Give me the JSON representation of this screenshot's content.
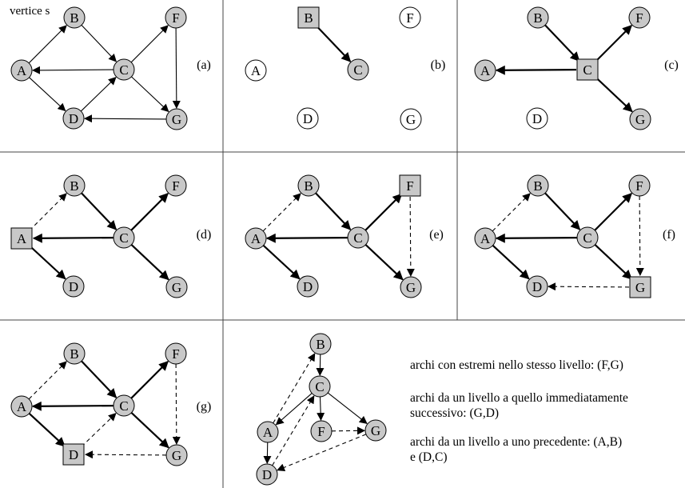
{
  "caption": "vertice s",
  "panel_labels": [
    "(a)",
    "(b)",
    "(c)",
    "(d)",
    "(e)",
    "(f)",
    "(g)"
  ],
  "node_labels": [
    "A",
    "B",
    "C",
    "D",
    "F",
    "G"
  ],
  "legend": [
    [
      "archi con estremi nello stesso livello: (F,G)"
    ],
    [
      "archi da un livello a quello immediatamente",
      "successivo: (G,D)"
    ],
    [
      "archi da un livello a uno precedente: (A,B)",
      "e (D,C)"
    ]
  ],
  "colors": {
    "visited": "#c8c8c8",
    "unvisited": "#ffffff",
    "ink": "#000000"
  },
  "panels": [
    {
      "nodes": [
        {
          "id": "A",
          "fill": "gray",
          "shape": "circle"
        },
        {
          "id": "B",
          "fill": "gray",
          "shape": "circle"
        },
        {
          "id": "C",
          "fill": "gray",
          "shape": "circle"
        },
        {
          "id": "D",
          "fill": "gray",
          "shape": "circle"
        },
        {
          "id": "F",
          "fill": "gray",
          "shape": "circle"
        },
        {
          "id": "G",
          "fill": "gray",
          "shape": "circle"
        }
      ],
      "edges": [
        {
          "from": "A",
          "to": "B",
          "style": "solid"
        },
        {
          "from": "A",
          "to": "D",
          "style": "solid"
        },
        {
          "from": "B",
          "to": "C",
          "style": "solid"
        },
        {
          "from": "C",
          "to": "A",
          "style": "solid"
        },
        {
          "from": "C",
          "to": "F",
          "style": "solid"
        },
        {
          "from": "C",
          "to": "G",
          "style": "solid"
        },
        {
          "from": "D",
          "to": "C",
          "style": "solid"
        },
        {
          "from": "F",
          "to": "G",
          "style": "solid"
        },
        {
          "from": "G",
          "to": "D",
          "style": "solid"
        }
      ]
    },
    {
      "nodes": [
        {
          "id": "A",
          "fill": "white",
          "shape": "circle"
        },
        {
          "id": "B",
          "fill": "gray",
          "shape": "square"
        },
        {
          "id": "C",
          "fill": "gray",
          "shape": "circle"
        },
        {
          "id": "D",
          "fill": "white",
          "shape": "circle"
        },
        {
          "id": "F",
          "fill": "white",
          "shape": "circle"
        },
        {
          "id": "G",
          "fill": "white",
          "shape": "circle"
        }
      ],
      "edges": [
        {
          "from": "B",
          "to": "C",
          "style": "thick"
        }
      ]
    },
    {
      "nodes": [
        {
          "id": "A",
          "fill": "gray",
          "shape": "circle"
        },
        {
          "id": "B",
          "fill": "gray",
          "shape": "circle"
        },
        {
          "id": "C",
          "fill": "gray",
          "shape": "square"
        },
        {
          "id": "D",
          "fill": "white",
          "shape": "circle"
        },
        {
          "id": "F",
          "fill": "gray",
          "shape": "circle"
        },
        {
          "id": "G",
          "fill": "gray",
          "shape": "circle"
        }
      ],
      "edges": [
        {
          "from": "B",
          "to": "C",
          "style": "thick"
        },
        {
          "from": "C",
          "to": "A",
          "style": "thick"
        },
        {
          "from": "C",
          "to": "F",
          "style": "thick"
        },
        {
          "from": "C",
          "to": "G",
          "style": "thick"
        }
      ]
    },
    {
      "nodes": [
        {
          "id": "A",
          "fill": "gray",
          "shape": "square"
        },
        {
          "id": "B",
          "fill": "gray",
          "shape": "circle"
        },
        {
          "id": "C",
          "fill": "gray",
          "shape": "circle"
        },
        {
          "id": "D",
          "fill": "gray",
          "shape": "circle"
        },
        {
          "id": "F",
          "fill": "gray",
          "shape": "circle"
        },
        {
          "id": "G",
          "fill": "gray",
          "shape": "circle"
        }
      ],
      "edges": [
        {
          "from": "A",
          "to": "B",
          "style": "dashed"
        },
        {
          "from": "A",
          "to": "D",
          "style": "thick"
        },
        {
          "from": "B",
          "to": "C",
          "style": "thick"
        },
        {
          "from": "C",
          "to": "A",
          "style": "thick"
        },
        {
          "from": "C",
          "to": "F",
          "style": "thick"
        },
        {
          "from": "C",
          "to": "G",
          "style": "thick"
        }
      ]
    },
    {
      "nodes": [
        {
          "id": "A",
          "fill": "gray",
          "shape": "circle"
        },
        {
          "id": "B",
          "fill": "gray",
          "shape": "circle"
        },
        {
          "id": "C",
          "fill": "gray",
          "shape": "circle"
        },
        {
          "id": "D",
          "fill": "gray",
          "shape": "circle"
        },
        {
          "id": "F",
          "fill": "gray",
          "shape": "square"
        },
        {
          "id": "G",
          "fill": "gray",
          "shape": "circle"
        }
      ],
      "edges": [
        {
          "from": "A",
          "to": "B",
          "style": "dashed"
        },
        {
          "from": "A",
          "to": "D",
          "style": "thick"
        },
        {
          "from": "B",
          "to": "C",
          "style": "thick"
        },
        {
          "from": "C",
          "to": "A",
          "style": "thick"
        },
        {
          "from": "C",
          "to": "F",
          "style": "thick"
        },
        {
          "from": "C",
          "to": "G",
          "style": "thick"
        },
        {
          "from": "F",
          "to": "G",
          "style": "dashed"
        }
      ]
    },
    {
      "nodes": [
        {
          "id": "A",
          "fill": "gray",
          "shape": "circle"
        },
        {
          "id": "B",
          "fill": "gray",
          "shape": "circle"
        },
        {
          "id": "C",
          "fill": "gray",
          "shape": "circle"
        },
        {
          "id": "D",
          "fill": "gray",
          "shape": "circle"
        },
        {
          "id": "F",
          "fill": "gray",
          "shape": "circle"
        },
        {
          "id": "G",
          "fill": "gray",
          "shape": "square"
        }
      ],
      "edges": [
        {
          "from": "A",
          "to": "B",
          "style": "dashed"
        },
        {
          "from": "A",
          "to": "D",
          "style": "thick"
        },
        {
          "from": "B",
          "to": "C",
          "style": "thick"
        },
        {
          "from": "C",
          "to": "A",
          "style": "thick"
        },
        {
          "from": "C",
          "to": "F",
          "style": "thick"
        },
        {
          "from": "C",
          "to": "G",
          "style": "thick"
        },
        {
          "from": "F",
          "to": "G",
          "style": "dashed"
        },
        {
          "from": "G",
          "to": "D",
          "style": "dashed"
        }
      ]
    },
    {
      "nodes": [
        {
          "id": "A",
          "fill": "gray",
          "shape": "circle"
        },
        {
          "id": "B",
          "fill": "gray",
          "shape": "circle"
        },
        {
          "id": "C",
          "fill": "gray",
          "shape": "circle"
        },
        {
          "id": "D",
          "fill": "gray",
          "shape": "square"
        },
        {
          "id": "F",
          "fill": "gray",
          "shape": "circle"
        },
        {
          "id": "G",
          "fill": "gray",
          "shape": "circle"
        }
      ],
      "edges": [
        {
          "from": "A",
          "to": "B",
          "style": "dashed"
        },
        {
          "from": "A",
          "to": "D",
          "style": "thick"
        },
        {
          "from": "B",
          "to": "C",
          "style": "thick"
        },
        {
          "from": "C",
          "to": "A",
          "style": "thick"
        },
        {
          "from": "C",
          "to": "F",
          "style": "thick"
        },
        {
          "from": "C",
          "to": "G",
          "style": "thick"
        },
        {
          "from": "D",
          "to": "C",
          "style": "dashed"
        },
        {
          "from": "F",
          "to": "G",
          "style": "dashed"
        },
        {
          "from": "G",
          "to": "D",
          "style": "dashed"
        }
      ]
    }
  ],
  "tree": {
    "nodes": [
      {
        "id": "A",
        "fill": "gray",
        "shape": "circle"
      },
      {
        "id": "B",
        "fill": "gray",
        "shape": "circle"
      },
      {
        "id": "C",
        "fill": "gray",
        "shape": "circle"
      },
      {
        "id": "D",
        "fill": "gray",
        "shape": "circle"
      },
      {
        "id": "F",
        "fill": "gray",
        "shape": "circle"
      },
      {
        "id": "G",
        "fill": "gray",
        "shape": "circle"
      }
    ],
    "edges": [
      {
        "from": "A",
        "to": "B",
        "style": "dashed"
      },
      {
        "from": "A",
        "to": "D",
        "style": "solid"
      },
      {
        "from": "B",
        "to": "C",
        "style": "solid"
      },
      {
        "from": "C",
        "to": "A",
        "style": "solid"
      },
      {
        "from": "C",
        "to": "F",
        "style": "solid"
      },
      {
        "from": "C",
        "to": "G",
        "style": "solid"
      },
      {
        "from": "D",
        "to": "C",
        "style": "dashed"
      },
      {
        "from": "F",
        "to": "G",
        "style": "dashed"
      },
      {
        "from": "G",
        "to": "D",
        "style": "dashed"
      }
    ]
  }
}
